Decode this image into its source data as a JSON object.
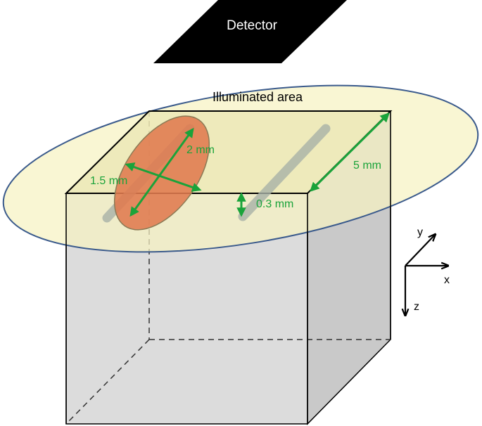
{
  "detector": {
    "label": "Detector"
  },
  "illuminated": {
    "label": "Illuminated area"
  },
  "dimensions": {
    "ellipse_long": "2 mm",
    "ellipse_short": "1.5 mm",
    "depth": "0.3 mm",
    "side": "5 mm"
  },
  "axes": {
    "x": "x",
    "y": "y",
    "z": "z"
  },
  "colors": {
    "arrow": "#1aa33a",
    "illumination_fill": "#f7f3c2",
    "illumination_stroke": "#3a5a8c",
    "spot": "#e07a4f",
    "detector": "#000000"
  }
}
